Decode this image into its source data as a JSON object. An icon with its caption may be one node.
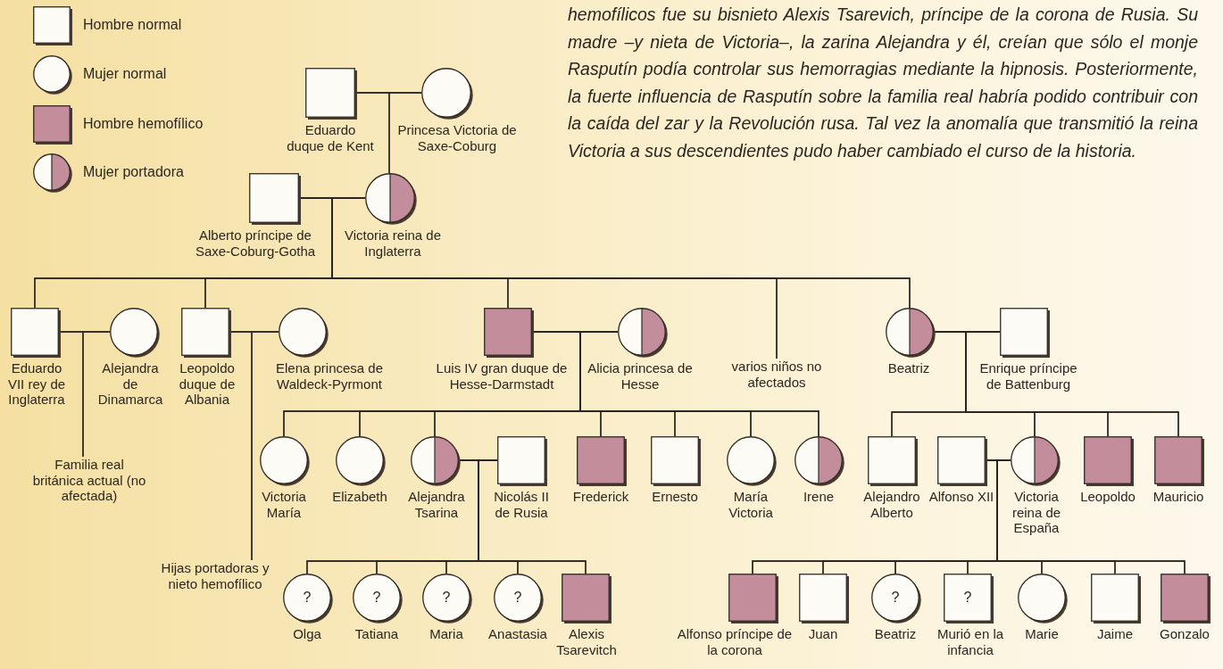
{
  "diagram": {
    "nodes": [
      {
        "text": [],
        "shape": "box",
        "beside": [
          "Eduardo duque de Kent"
        ]
      },
      {
        "text": [],
        "shape": "circle",
        "beside": [
          "Princesa Victoria de Saxe-Coburg"
        ]
      },
      {
        "text": [],
        "shape": "box",
        "beside": [
          "Alberto príncipe de Saxe-Coburg-Gotha"
        ]
      },
      {
        "text": [],
        "shape": "circle",
        "beside": [
          "Victoria reina de Inglaterra"
        ]
      },
      {
        "text": [],
        "shape": "box",
        "beside": [
          "Eduardo VII rey de Inglaterra"
        ]
      },
      {
        "text": [],
        "shape": "circle",
        "beside": [
          "Alejandra de Dinamarca"
        ]
      },
      {
        "text": [],
        "shape": "box",
        "beside": [
          "Leopoldo duque de Albania"
        ]
      },
      {
        "text": [],
        "shape": "circle",
        "beside": [
          "Elena princesa de Waldeck-Pyrmont"
        ]
      },
      {
        "text": [],
        "shape": "box",
        "beside": [
          "Luis IV gran duque de Hesse-Darmstadt"
        ]
      },
      {
        "text": [],
        "shape": "circle",
        "beside": [
          "Alicia princesa de Hesse"
        ]
      },
      {
        "text": [
          "varios niños no afectados"
        ]
      },
      {
        "text": [],
        "shape": "circle",
        "beside": [
          "Beatriz"
        ]
      },
      {
        "text": [],
        "shape": "box",
        "beside": [
          "Enrique príncipe de Battenburg"
        ]
      },
      {
        "text": [
          "Familia real británica actual (no afectada)"
        ]
      },
      {
        "text": [],
        "shape": "circle",
        "beside": [
          "Victoria María"
        ]
      },
      {
        "text": [],
        "shape": "circle",
        "beside": [
          "Elizabeth"
        ]
      },
      {
        "text": [],
        "shape": "circle",
        "beside": [
          "Alejandra Tsarina"
        ]
      },
      {
        "text": [],
        "shape": "box",
        "beside": [
          "Nicolás II de Rusia"
        ]
      },
      {
        "text": [],
        "shape": "box",
        "beside": [
          "Frederick"
        ]
      },
      {
        "text": [],
        "shape": "box",
        "beside": [
          "Ernesto"
        ]
      },
      {
        "text": [],
        "shape": "circle",
        "beside": [
          "María Victoria"
        ]
      },
      {
        "text": [],
        "shape": "circle",
        "beside": [
          "Irene"
        ]
      },
      {
        "text": [],
        "shape": "box",
        "beside": [
          "Alejandro Alberto"
        ]
      },
      {
        "text": [],
        "shape": "box",
        "beside": [
          "Alfonso XII"
        ]
      },
      {
        "text": [],
        "shape": "circle",
        "beside": [
          "Victoria reina de España"
        ]
      },
      {
        "text": [],
        "shape": "box",
        "beside": [
          "Leopoldo"
        ]
      },
      {
        "text": [],
        "shape": "box",
        "beside": [
          "Mauricio"
        ]
      },
      {
        "text": [
          "Hijas portadoras y nieto hemofílico"
        ]
      },
      {
        "text": [
          "?"
        ],
        "beside": [
          "Olga"
        ]
      },
      {
        "text": [
          "?"
        ],
        "beside": [
          "Tatiana"
        ]
      },
      {
        "text": [
          "?"
        ],
        "beside": [
          "Maria"
        ]
      },
      {
        "text": [
          "?"
        ],
        "beside": [
          "Anastasia"
        ]
      },
      {
        "text": [],
        "shape": "box",
        "beside": [
          "Alexis Tsarevitch"
        ]
      },
      {
        "text": [],
        "shape": "box",
        "beside": [
          "Alfonso príncipe de la corona"
        ]
      },
      {
        "text": [],
        "shape": "box",
        "beside": [
          "Juan"
        ]
      },
      {
        "text": [
          "?"
        ],
        "beside": [
          "Beatriz"
        ]
      },
      {
        "text": [
          "?"
        ],
        "beside": [
          "Murió en la infancia"
        ]
      },
      {
        "text": [],
        "shape": "circle",
        "beside": [
          "Marie"
        ]
      },
      {
        "text": [],
        "shape": "box",
        "beside": [
          "Jaime"
        ]
      },
      {
        "text": [],
        "shape": "box",
        "beside": [
          "Gonzalo"
        ]
      }
    ],
    "edges": [
      {
        "from": 0,
        "to": 1,
        "arrow": "none"
      },
      {
        "from": 0,
        "to": 3,
        "arrow": "none"
      },
      {
        "from": 1,
        "to": 3,
        "arrow": "none"
      },
      {
        "from": 2,
        "to": 3,
        "arrow": "none"
      },
      {
        "from": 2,
        "to": 4,
        "arrow": "none"
      },
      {
        "from": 3,
        "to": 4,
        "arrow": "none"
      },
      {
        "from": 2,
        "to": 6,
        "arrow": "none"
      },
      {
        "from": 3,
        "to": 6,
        "arrow": "none"
      },
      {
        "from": 2,
        "to": 8,
        "arrow": "none"
      },
      {
        "from": 3,
        "to": 8,
        "arrow": "none"
      },
      {
        "from": 2,
        "to": 10,
        "arrow": "none"
      },
      {
        "from": 3,
        "to": 10,
        "arrow": "none"
      },
      {
        "from": 2,
        "to": 11,
        "arrow": "none"
      },
      {
        "from": 3,
        "to": 11,
        "arrow": "none"
      },
      {
        "from": 4,
        "to": 5,
        "arrow": "none"
      },
      {
        "from": 4,
        "to": 13,
        "arrow": "none"
      },
      {
        "from": 5,
        "to": 13,
        "arrow": "none"
      },
      {
        "from": 6,
        "to": 7,
        "arrow": "none"
      },
      {
        "from": 6,
        "to": 27,
        "arrow": "none"
      },
      {
        "from": 7,
        "to": 27,
        "arrow": "none"
      },
      {
        "from": 8,
        "to": 9,
        "arrow": "none"
      },
      {
        "from": 8,
        "to": 14,
        "arrow": "none"
      },
      {
        "from": 9,
        "to": 14,
        "arrow": "none"
      },
      {
        "from": 8,
        "to": 15,
        "arrow": "none"
      },
      {
        "from": 9,
        "to": 15,
        "arrow": "none"
      },
      {
        "from": 8,
        "to": 16,
        "arrow": "none"
      },
      {
        "from": 9,
        "to": 16,
        "arrow": "none"
      },
      {
        "from": 8,
        "to": 18,
        "arrow": "none"
      },
      {
        "from": 9,
        "to": 18,
        "arrow": "none"
      },
      {
        "from": 8,
        "to": 19,
        "arrow": "none"
      },
      {
        "from": 9,
        "to": 19,
        "arrow": "none"
      },
      {
        "from": 8,
        "to": 20,
        "arrow": "none"
      },
      {
        "from": 9,
        "to": 20,
        "arrow": "none"
      },
      {
        "from": 8,
        "to": 21,
        "arrow": "none"
      },
      {
        "from": 9,
        "to": 21,
        "arrow": "none"
      },
      {
        "from": 11,
        "to": 12,
        "arrow": "none"
      },
      {
        "from": 11,
        "to": 22,
        "arrow": "none"
      },
      {
        "from": 12,
        "to": 22,
        "arrow": "none"
      },
      {
        "from": 11,
        "to": 24,
        "arrow": "none"
      },
      {
        "from": 12,
        "to": 24,
        "arrow": "none"
      },
      {
        "from": 11,
        "to": 25,
        "arrow": "none"
      },
      {
        "from": 12,
        "to": 25,
        "arrow": "none"
      },
      {
        "from": 11,
        "to": 26,
        "arrow": "none"
      },
      {
        "from": 12,
        "to": 26,
        "arrow": "none"
      },
      {
        "from": 16,
        "to": 17,
        "arrow": "none"
      },
      {
        "from": 16,
        "to": 28,
        "arrow": "none"
      },
      {
        "from": 17,
        "to": 28,
        "arrow": "none"
      },
      {
        "from": 16,
        "to": 29,
        "arrow": "none"
      },
      {
        "from": 17,
        "to": 29,
        "arrow": "none"
      },
      {
        "from": 16,
        "to": 30,
        "arrow": "none"
      },
      {
        "from": 17,
        "to": 30,
        "arrow": "none"
      },
      {
        "from": 16,
        "to": 31,
        "arrow": "none"
      },
      {
        "from": 17,
        "to": 31,
        "arrow": "none"
      },
      {
        "from": 16,
        "to": 32,
        "arrow": "none"
      },
      {
        "from": 17,
        "to": 32,
        "arrow": "none"
      },
      {
        "from": 23,
        "to": 24,
        "arrow": "none"
      },
      {
        "from": 23,
        "to": 33,
        "arrow": "none"
      },
      {
        "from": 24,
        "to": 33,
        "arrow": "none"
      },
      {
        "from": 23,
        "to": 34,
        "arrow": "none"
      },
      {
        "from": 24,
        "to": 34,
        "arrow": "none"
      },
      {
        "from": 23,
        "to": 35,
        "arrow": "none"
      },
      {
        "from": 24,
        "to": 35,
        "arrow": "none"
      },
      {
        "from": 23,
        "to": 36,
        "arrow": "none"
      },
      {
        "from": 24,
        "to": 36,
        "arrow": "none"
      },
      {
        "from": 23,
        "to": 37,
        "arrow": "none"
      },
      {
        "from": 24,
        "to": 37,
        "arrow": "none"
      },
      {
        "from": 23,
        "to": 38,
        "arrow": "none"
      },
      {
        "from": 24,
        "to": 38,
        "arrow": "none"
      },
      {
        "from": 23,
        "to": 39,
        "arrow": "none"
      },
      {
        "from": 24,
        "to": 39,
        "arrow": "none"
      }
    ],
    "labels": [
      "hemofílicos fue su bisnieto Alexis Tsarevich, príncipe de la corona de Rusia. Su madre –y nieta de Victoria–, la zarina Alejandra y él, creían que sólo el monje Rasputín podía controlar sus hemorragias mediante la hipnosis. Posteriormente, la fuerte influencia de Rasputín sobre la familia real habría podido contribuir con la caída del zar y la Revolución rusa. Tal vez la anomalía que transmitió la reina Victoria a sus descendientes pudo haber cambiado el curso de la historia."
    ],
    "legend": [
      {
        "text": "Hombre normal"
      },
      {
        "text": "Mujer normal"
      },
      {
        "text": "Hombre hemofílico"
      },
      {
        "text": "Mujer portadora"
      }
    ]
  }
}
